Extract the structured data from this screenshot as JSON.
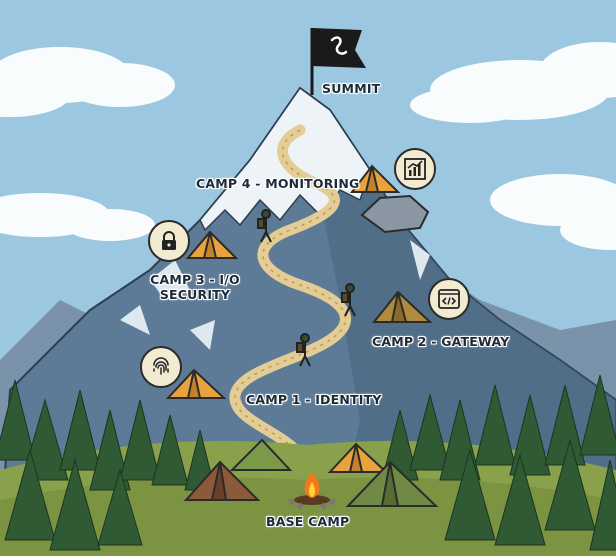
{
  "camps": {
    "summit": {
      "label": "SUMMIT",
      "icon": "flag-logo-icon"
    },
    "camp4": {
      "label": "CAMP 4 - MONITORING",
      "icon": "chart-icon"
    },
    "camp3": {
      "label_line1": "CAMP 3 - I/O",
      "label_line2": "SECURITY",
      "icon": "lock-icon"
    },
    "camp2": {
      "label": "CAMP 2 - GATEWAY",
      "icon": "code-window-icon"
    },
    "camp1": {
      "label": "CAMP 1 - IDENTITY",
      "icon": "fingerprint-icon"
    },
    "base": {
      "label": "BASE CAMP",
      "icon": "campfire-icon"
    }
  },
  "colors": {
    "sky": "#9cc7e0",
    "mountain": "#5d7a96",
    "snow": "#eef3f7",
    "trail": "#e3cd94",
    "tent": "#e8a33d",
    "grass": "#8aa14c",
    "tree": "#2f5a34"
  }
}
